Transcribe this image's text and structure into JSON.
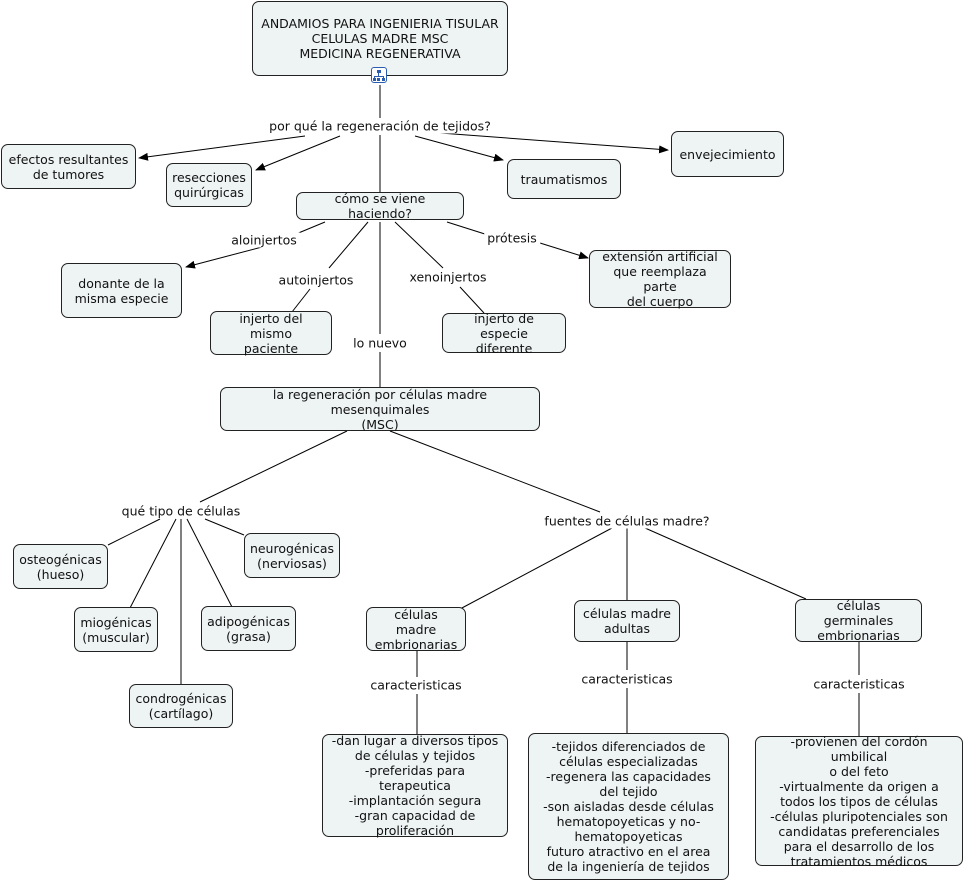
{
  "nodes": {
    "root": "ANDAMIOS PARA INGENIERIA TISULAR\nCELULAS MADRE MSC\nMEDICINA REGENERATIVA",
    "tumores": "efectos resultantes\nde tumores",
    "resecciones": "resecciones\nquirúrgicas",
    "traumatismos": "traumatismos",
    "envejecimiento": "envejecimiento",
    "donante": "donante de la\nmisma especie",
    "injerto_mismo": "injerto del mismo\npaciente",
    "injerto_especie": "injerto de especie\ndiferente",
    "extension": "extensión artificial\nque reemplaza parte\ndel cuerpo",
    "msc": "la regeneración por células madre mesenquimales\n(MSC)",
    "osteo": "osteogénicas\n(hueso)",
    "mio": "miogénicas\n(muscular)",
    "condro": "condrogénicas\n(cartílago)",
    "adipo": "adipogénicas\n(grasa)",
    "neuro": "neurogénicas\n(nerviosas)",
    "embrionarias": "células madre\nembrionarias",
    "adultas": "células madre\nadultas",
    "germinales": "células germinales\nembrionarias",
    "car_emb": "-dan lugar a diversos tipos\nde células y tejidos\n-preferidas para terapeutica\n-implantación segura\n-gran capacidad de\nproliferación",
    "car_adu": "-tejidos diferenciados de\ncélulas especializadas\n-regenera las capacidades\ndel tejido\n-son  aisladas desde células\nhematopoyeticas y no-\nhematopoyeticas\nfuturo atractivo en el area\nde la ingeniería de tejidos",
    "car_ger": "-provienen del cordón umbilical\no del feto\n-virtualmente da origen a\ntodos los tipos de células\n-células pluripotenciales son\ncandidatas preferenciales\npara el desarrollo de los\ntratamientos médicos"
  },
  "labels": {
    "porque": "por qué la regeneración de tejidos?",
    "como": "cómo se viene haciendo?",
    "aloinjertos": "aloinjertos",
    "autoinjertos": "autoinjertos",
    "xenoinjertos": "xenoinjertos",
    "protesis": "prótesis",
    "lonuevo": "lo nuevo",
    "tipo": "qué tipo de células",
    "fuentes": "fuentes de células madre?",
    "car1": "caracteristicas",
    "car2": "caracteristicas",
    "car3": "caracteristicas"
  },
  "icons": {
    "root_icon": "concept-map-icon"
  },
  "colors": {
    "node_fill": "#eef3f4",
    "border": "#222222",
    "link": "#000000"
  }
}
